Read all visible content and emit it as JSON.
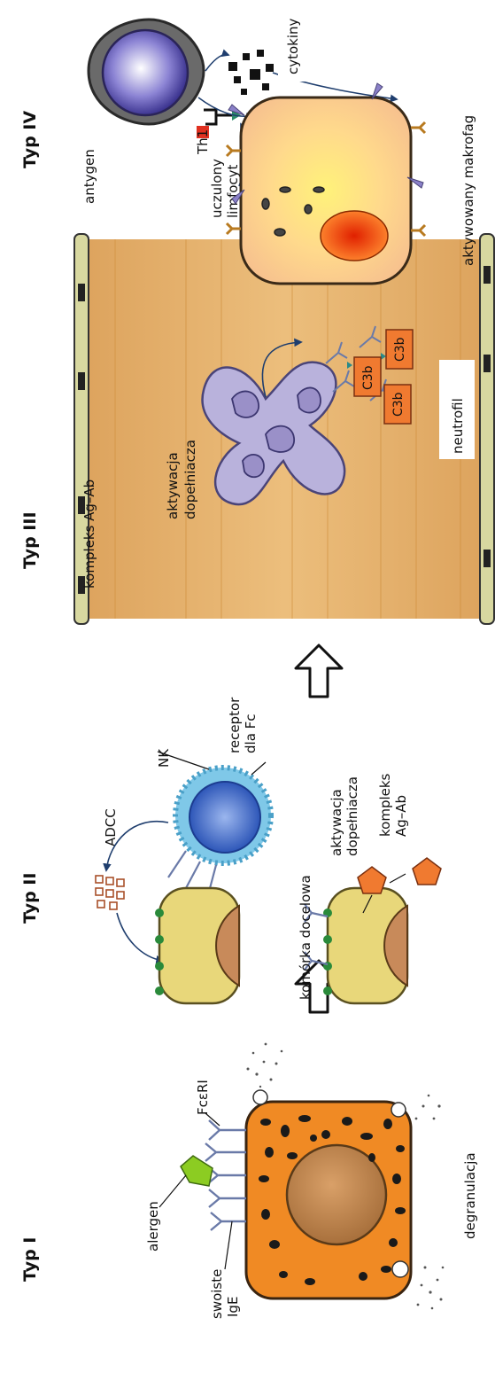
{
  "sections": {
    "typ_I": {
      "title": "Typ I",
      "labels": {
        "alergen": "alergen",
        "fceri": "FcεRI",
        "swoiste": "swoiste",
        "ige": "IgE",
        "degranulacja": "degranulacja"
      }
    },
    "typ_II": {
      "title": "Typ II",
      "labels": {
        "adcc": "ADCC",
        "nk": "NK",
        "receptor": "receptor",
        "dla_fc": "dla Fc",
        "komorka": "komórka docelowa",
        "aktywacja": "aktywacja",
        "dopelniacza": "dopełniacza",
        "kompleks": "kompleks",
        "ag_ab": "Ag–Ab"
      }
    },
    "typ_III": {
      "title": "Typ III",
      "labels": {
        "kompleks": "kompleks Ag–Ab",
        "aktywacja": "aktywacja",
        "dopelniacza": "dopełniacza",
        "neutrofil": "neutrofil",
        "c3b": "C3b"
      }
    },
    "typ_IV": {
      "title": "Typ IV",
      "labels": {
        "antygen": "antygen",
        "th1": "Th1",
        "uczulony": "uczulony",
        "limfocyt": "limfocyt",
        "cytokiny": "cytokiny",
        "makrofag": "aktywowany makrofag"
      }
    }
  },
  "colors": {
    "mast_cell": "#f08a24",
    "granule": "#1a1a1a",
    "target_cell": "#e8d77a",
    "nk_cell": "#7fc8e8",
    "vessel": "#e6b468",
    "neutrophil": "#b9b2dc",
    "c3b": "#f07a30",
    "macrophage": "#f8c890",
    "lymphocyte": "#6a6a6a"
  }
}
